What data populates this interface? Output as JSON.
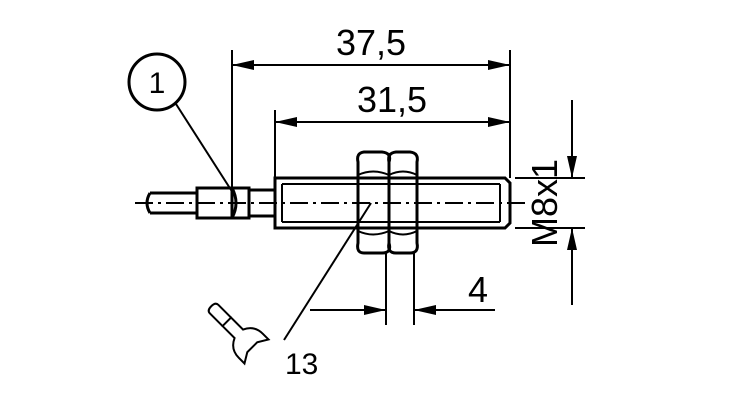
{
  "drawing": {
    "callout_number": "1",
    "dim_total_length": "37,5",
    "dim_thread_length": "31,5",
    "dim_nut_width": "4",
    "thread_label": "M8x1",
    "wrench_size": "13",
    "wrench_icon": "wrench-icon"
  }
}
